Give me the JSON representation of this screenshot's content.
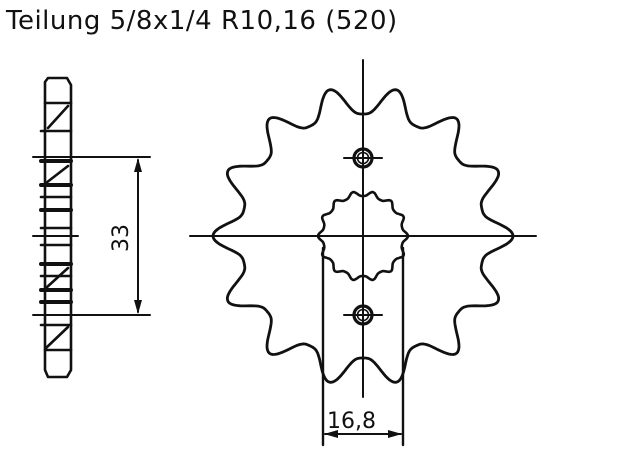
{
  "title": "Teilung 5/8x1/4 R10,16 (520)",
  "side_view": {
    "dimension_label": "33",
    "dimension_name": "hub width"
  },
  "front_view": {
    "teeth_count": 14,
    "dimension_label": "16,8",
    "dimension_name": "spline / hub bore width",
    "bolt_holes": 2
  },
  "colors": {
    "line": "#111111",
    "background": "#ffffff"
  }
}
